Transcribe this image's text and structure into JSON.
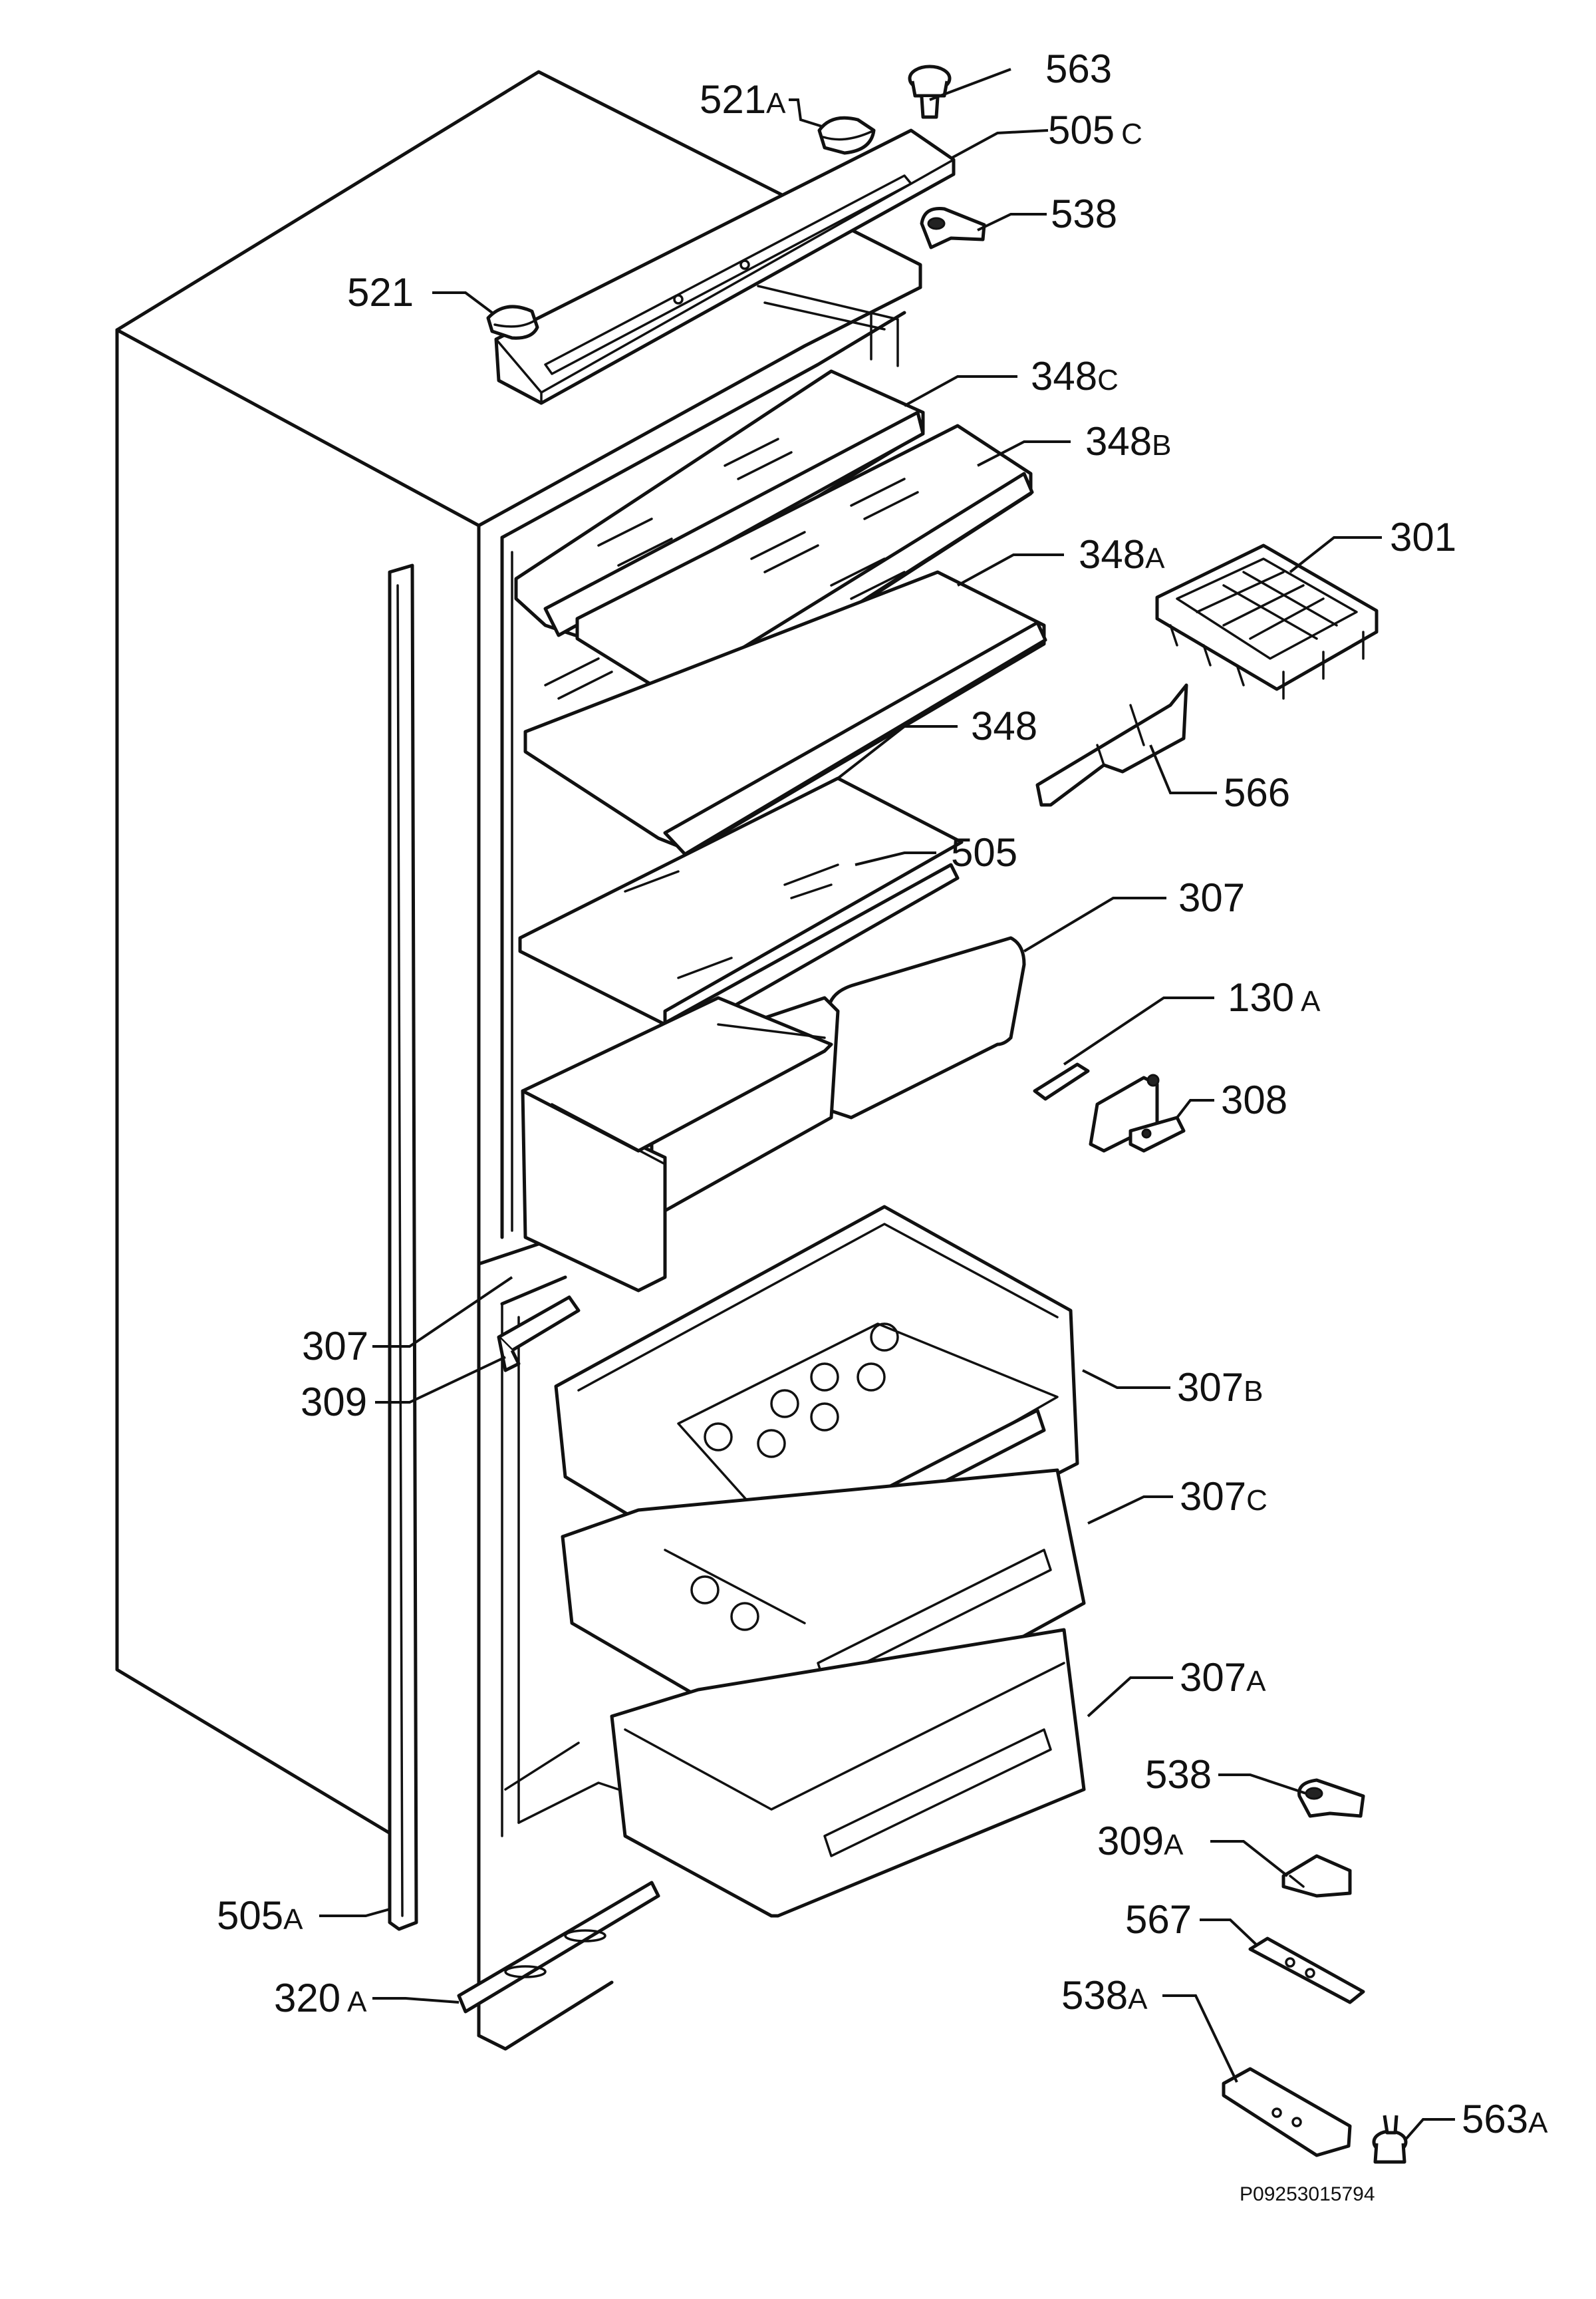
{
  "diagram": {
    "document_code": "P09253015794",
    "parts": [
      {
        "id": "p563",
        "num": "563",
        "suffix": ""
      },
      {
        "id": "p521A",
        "num": "521",
        "suffix": "A"
      },
      {
        "id": "p505C",
        "num": "505",
        "suffix": "C"
      },
      {
        "id": "p538",
        "num": "538",
        "suffix": ""
      },
      {
        "id": "p521",
        "num": "521",
        "suffix": ""
      },
      {
        "id": "p348C",
        "num": "348",
        "suffix": "C"
      },
      {
        "id": "p348B",
        "num": "348",
        "suffix": "B"
      },
      {
        "id": "p301",
        "num": "301",
        "suffix": ""
      },
      {
        "id": "p348A",
        "num": "348",
        "suffix": "A"
      },
      {
        "id": "p348",
        "num": "348",
        "suffix": ""
      },
      {
        "id": "p566",
        "num": "566",
        "suffix": ""
      },
      {
        "id": "p505",
        "num": "505",
        "suffix": ""
      },
      {
        "id": "p307",
        "num": "307",
        "suffix": ""
      },
      {
        "id": "p130A",
        "num": "130",
        "suffix": "A"
      },
      {
        "id": "p308",
        "num": "308",
        "suffix": ""
      },
      {
        "id": "p307L",
        "num": "307",
        "suffix": ""
      },
      {
        "id": "p309",
        "num": "309",
        "suffix": ""
      },
      {
        "id": "p307B",
        "num": "307",
        "suffix": "B"
      },
      {
        "id": "p307C",
        "num": "307",
        "suffix": "C"
      },
      {
        "id": "p307A",
        "num": "307",
        "suffix": "A"
      },
      {
        "id": "p538b",
        "num": "538",
        "suffix": ""
      },
      {
        "id": "p309A",
        "num": "309",
        "suffix": "A"
      },
      {
        "id": "p567",
        "num": "567",
        "suffix": ""
      },
      {
        "id": "p538A",
        "num": "538",
        "suffix": "A"
      },
      {
        "id": "p563A",
        "num": "563",
        "suffix": "A"
      },
      {
        "id": "p505A",
        "num": "505",
        "suffix": "A"
      },
      {
        "id": "p320A",
        "num": "320",
        "suffix": "A"
      }
    ]
  }
}
